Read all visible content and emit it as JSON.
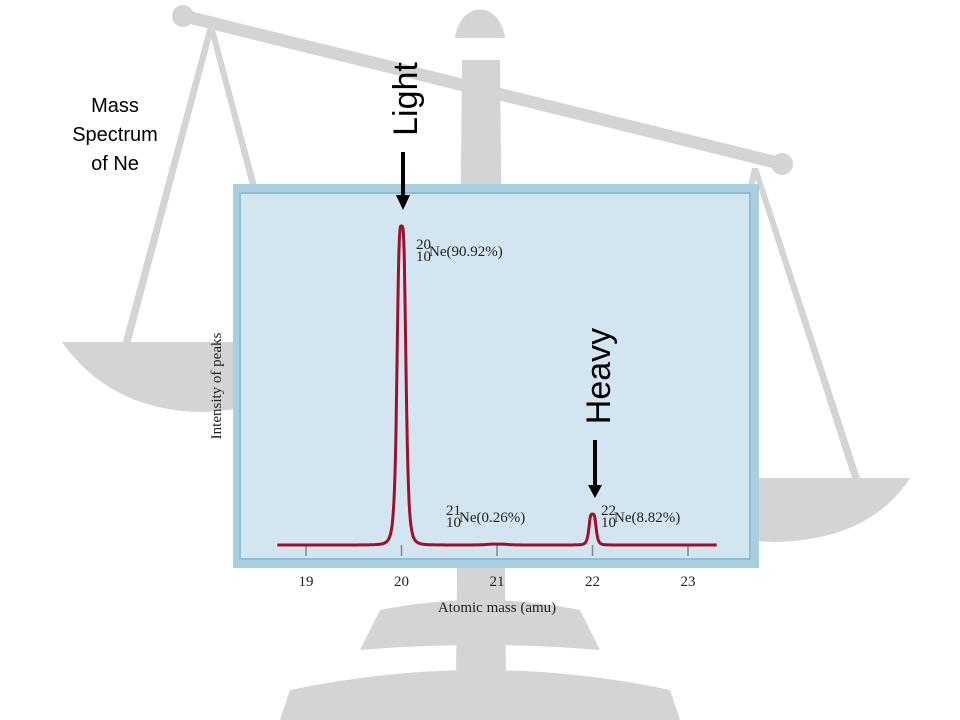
{
  "slide": {
    "title_lines": [
      "Mass",
      "Spectrum",
      "of Ne"
    ],
    "arrow_light": "Light",
    "arrow_heavy": "Heavy"
  },
  "chart_data": {
    "type": "line",
    "xlabel": "Atomic mass (amu)",
    "ylabel": "Intensity of peaks",
    "xlim": [
      18.7,
      23.3
    ],
    "x_ticks": [
      19,
      20,
      21,
      22,
      23
    ],
    "peaks": [
      {
        "mass": 20,
        "percent": 90.92,
        "mass_number": "20",
        "atomic_number": "10",
        "symbol": "Ne",
        "label": "(90.92%)"
      },
      {
        "mass": 21,
        "percent": 0.26,
        "mass_number": "21",
        "atomic_number": "10",
        "symbol": "Ne",
        "label": "(0.26%)"
      },
      {
        "mass": 22,
        "percent": 8.82,
        "mass_number": "22",
        "atomic_number": "10",
        "symbol": "Ne",
        "label": "(8.82%)"
      }
    ],
    "colors": {
      "trace": "#a0102a",
      "panel": "#d3e5f0",
      "frame": "#a9cfe2"
    }
  }
}
